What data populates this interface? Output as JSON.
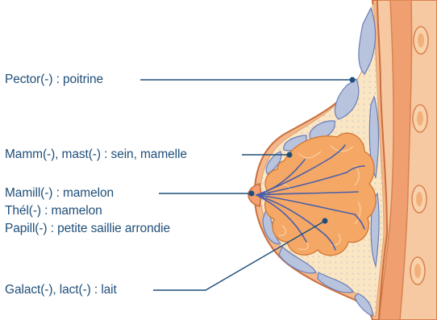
{
  "labels": {
    "pector": "Pector(-) : poitrine",
    "mamm": "Mamm(-), mast(-) : sein, mamelle",
    "mamill": "Mamill(-) : mamelon",
    "thel": "Thél(-) : mamelon",
    "papill": "Papill(-) : petite saillie arrondie",
    "galact": "Galact(-), lact(-) : lait"
  },
  "colors": {
    "text": "#1f4e79",
    "leader": "#1f4e79",
    "skin": "#f5b88a",
    "skin_outline": "#d9824f",
    "fat": "#fbe6c4",
    "fat_lobules": "#b3bfdb",
    "gland": "#f5a866",
    "ducts": "#4a5fa8",
    "muscle": "#f0a070",
    "rib": "#f2b07a"
  }
}
